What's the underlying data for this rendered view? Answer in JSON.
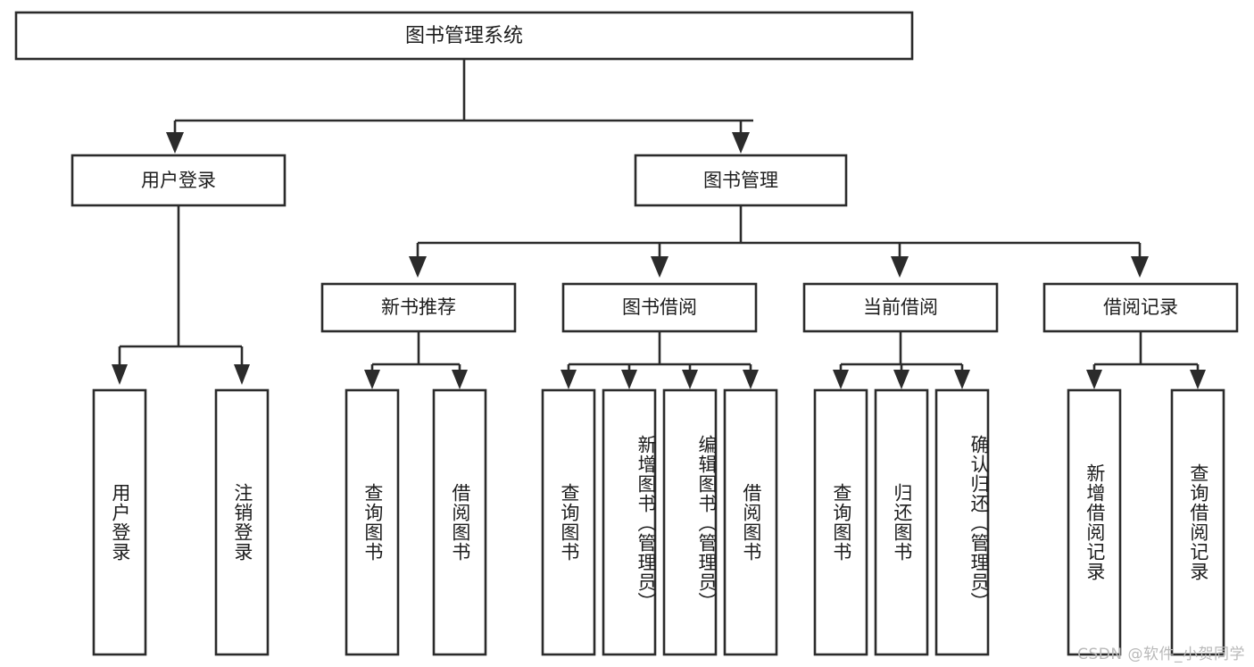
{
  "diagram": {
    "type": "tree-hierarchy",
    "title": "图书管理系统",
    "watermark": "CSDN @软件_小贺同学",
    "colors": {
      "stroke": "#2b2b2b",
      "fill": "#ffffff",
      "text": "#1d1d1d",
      "watermark": "#b9b9b9",
      "background": "#ffffff"
    },
    "root": {
      "label": "图书管理系统",
      "orientation": "horizontal"
    },
    "level2": [
      {
        "id": "user-login",
        "label": "用户登录",
        "orientation": "horizontal"
      },
      {
        "id": "book-manage",
        "label": "图书管理",
        "orientation": "horizontal"
      }
    ],
    "level3": [
      {
        "id": "new-book-recommend",
        "label": "新书推荐",
        "parent": "book-manage",
        "orientation": "horizontal"
      },
      {
        "id": "book-borrow",
        "label": "图书借阅",
        "parent": "book-manage",
        "orientation": "horizontal"
      },
      {
        "id": "current-borrow",
        "label": "当前借阅",
        "parent": "book-manage",
        "orientation": "horizontal"
      },
      {
        "id": "borrow-record",
        "label": "借阅记录",
        "parent": "book-manage",
        "orientation": "horizontal"
      }
    ],
    "leaves": [
      {
        "id": "leaf-user-login",
        "label": "用户登录",
        "parent": "user-login",
        "orientation": "vertical"
      },
      {
        "id": "leaf-logout-login",
        "label": "注销登录",
        "parent": "user-login",
        "orientation": "vertical"
      },
      {
        "id": "leaf-query-book-1",
        "label": "查询图书",
        "parent": "new-book-recommend",
        "orientation": "vertical"
      },
      {
        "id": "leaf-borrow-book-1",
        "label": "借阅图书",
        "parent": "new-book-recommend",
        "orientation": "vertical"
      },
      {
        "id": "leaf-query-book-2",
        "label": "查询图书",
        "parent": "book-borrow",
        "orientation": "vertical"
      },
      {
        "id": "leaf-add-book",
        "label": "新增图书（管理员）",
        "parent": "book-borrow",
        "orientation": "vertical"
      },
      {
        "id": "leaf-edit-book",
        "label": "编辑图书（管理员）",
        "parent": "book-borrow",
        "orientation": "vertical"
      },
      {
        "id": "leaf-borrow-book-2",
        "label": "借阅图书",
        "parent": "book-borrow",
        "orientation": "vertical"
      },
      {
        "id": "leaf-query-book-3",
        "label": "查询图书",
        "parent": "current-borrow",
        "orientation": "vertical"
      },
      {
        "id": "leaf-return-book",
        "label": "归还图书",
        "parent": "current-borrow",
        "orientation": "vertical"
      },
      {
        "id": "leaf-confirm-return",
        "label": "确认归还（管理员）",
        "parent": "current-borrow",
        "orientation": "vertical"
      },
      {
        "id": "leaf-add-borrow-record",
        "label": "新增借阅记录",
        "parent": "borrow-record",
        "orientation": "vertical"
      },
      {
        "id": "leaf-query-borrow-record",
        "label": "查询借阅记录",
        "parent": "borrow-record",
        "orientation": "vertical"
      }
    ]
  }
}
